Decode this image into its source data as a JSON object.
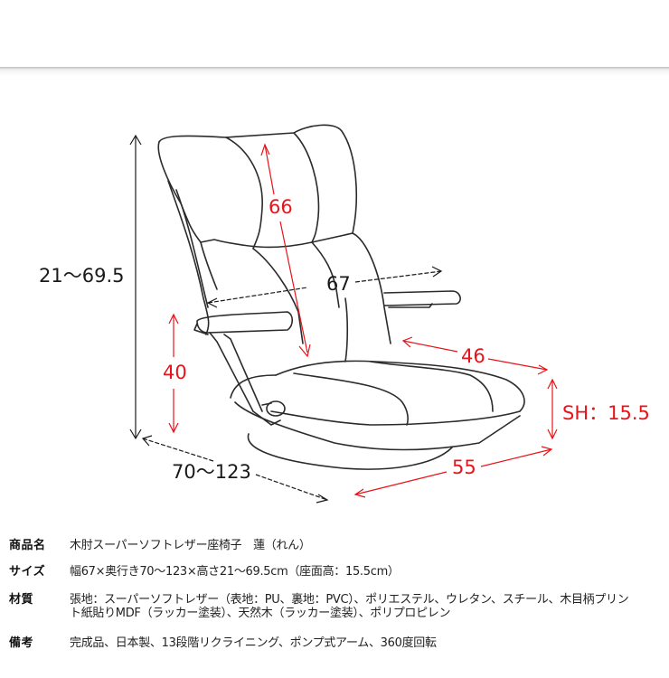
{
  "diagram": {
    "dimensions": {
      "total_height": "21〜69.5",
      "backrest_height": "66",
      "width": "67",
      "armrest_height": "40",
      "seat_depth": "46",
      "seat_height": "SH：15.5",
      "depth": "70〜123",
      "base_width": "55"
    },
    "colors": {
      "outline": "#2b2b2b",
      "dimension_black": "#1a1a1a",
      "dimension_red": "#e8141b"
    }
  },
  "specs": {
    "product_name": {
      "label": "商品名",
      "value": "木肘スーパーソフトレザー座椅子　蓮（れん）"
    },
    "size": {
      "label": "サイズ",
      "value": "幅67×奥行き70〜123×高さ21〜69.5cm（座面高：15.5cm）"
    },
    "material": {
      "label": "材質",
      "value_line1": "張地：スーパーソフトレザー（表地：PU、裏地：PVC）、ポリエステル、ウレタン、スチール、木目柄プリン",
      "value_line2": "ト紙貼りMDF（ラッカー塗装）、天然木（ラッカー塗装）、ポリプロピレン"
    },
    "notes": {
      "label": "備考",
      "value": "完成品、日本製、13段階リクライニング、ポンプ式アーム、360度回転"
    }
  }
}
